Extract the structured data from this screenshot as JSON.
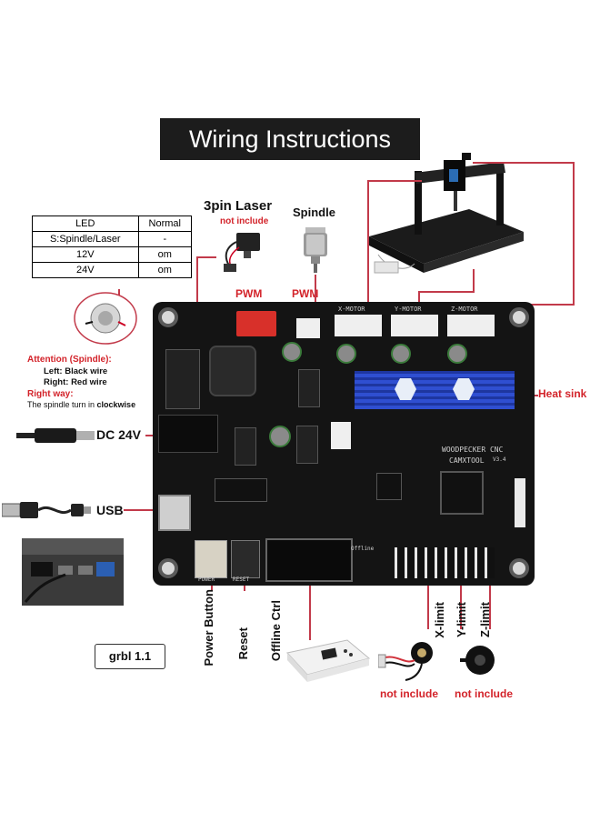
{
  "title": "Wiring Instructions",
  "led_table": {
    "headers": [
      "LED",
      "Normal"
    ],
    "rows": [
      [
        "S:Spindle/Laser",
        "-"
      ],
      [
        "12V",
        "om"
      ],
      [
        "24V",
        "om"
      ]
    ]
  },
  "laser": {
    "label": "3pin Laser",
    "note": "not include",
    "signal": "PWM"
  },
  "spindle": {
    "label": "Spindle",
    "signal": "PWM"
  },
  "attention": {
    "heading": "Attention (Spindle):",
    "left": "Left:  Black wire",
    "right": "Right: Red wire",
    "way_heading": "Right way:",
    "way_text": "The spindle turn in ",
    "way_bold": "clockwise"
  },
  "dc_label": "DC 24V",
  "usb_label": "USB",
  "heat_sink": "Heat sink",
  "bottom_labels": {
    "power": "Power Button",
    "reset": "Reset",
    "offline": "Offline Ctrl",
    "xlimit": "X-limit",
    "ylimit": "Y-limit",
    "zlimit": "Z-limit"
  },
  "not_include_1": "not include",
  "not_include_2": "not include",
  "grbl": "grbl 1.1",
  "board_silk": {
    "xmotor": "X-MOTOR",
    "ymotor": "Y-MOTOR",
    "zmotor": "Z-MOTOR",
    "brand": "WOODPECKER CNC",
    "model": "CAMXTOOL",
    "ver": "V3.4",
    "power": "POWER",
    "reset": "RESET",
    "offline": "Offline"
  },
  "colors": {
    "accent": "#d3232a",
    "line": "#c23a4a",
    "board": "#141414",
    "heatsink": "#2f4fd1"
  }
}
